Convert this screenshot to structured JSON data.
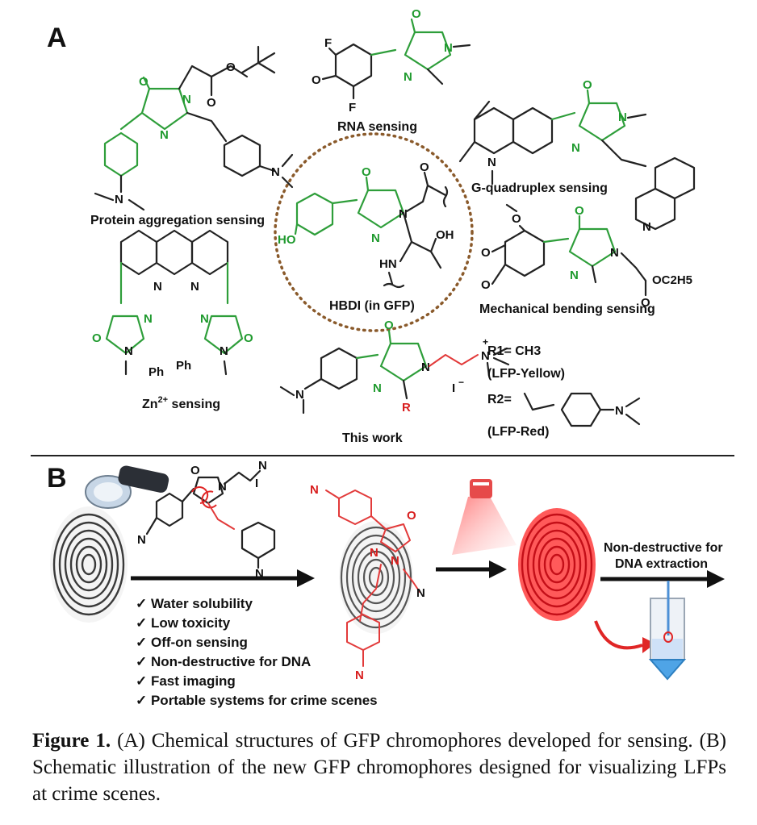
{
  "panel_a": {
    "letter": "A",
    "labels": {
      "protein": "Protein aggregation sensing",
      "rna": "RNA sensing",
      "gquad": "G-quadruplex sensing",
      "hbdi": "HBDI (in GFP)",
      "mech": "Mechanical bending sensing",
      "zn": "Zn",
      "zn_sup": "2+",
      "zn_tail": " sensing",
      "this_work": "This work"
    },
    "substituents": {
      "r1_line": "R1= CH3",
      "r1_name": "(LFP-Yellow)",
      "r2_line": "R2=",
      "r2_name": "(LFP-Red)"
    },
    "atoms": {
      "O": "O",
      "N": "N",
      "F": "F",
      "HO": "HO",
      "HN": "HN",
      "OH": "OH",
      "Ph": "Ph",
      "R": "R",
      "I": "I",
      "OC2H5": "OC2H5"
    }
  },
  "panel_b": {
    "letter": "B",
    "features": [
      "✓ Water solubility",
      "✓ Low toxicity",
      "✓ Off-on sensing",
      "✓ Non-destructive for DNA",
      "✓ Fast imaging",
      "✓ Portable systems for crime scenes"
    ],
    "dna_label_line1": "Non-destructive for",
    "dna_label_line2": "DNA extraction"
  },
  "caption": {
    "label": "Figure 1.",
    "text": " (A) Chemical structures of GFP chromophores developed for sensing. (B) Schematic illustration of the new GFP chromophores designed for visualizing LFPs at crime scenes."
  },
  "colors": {
    "green_core": "#1f9a2e",
    "red_dye": "#d81e1e",
    "fingerprint_red": "#e0242a",
    "dotted_circle": "#8a5a2b"
  }
}
